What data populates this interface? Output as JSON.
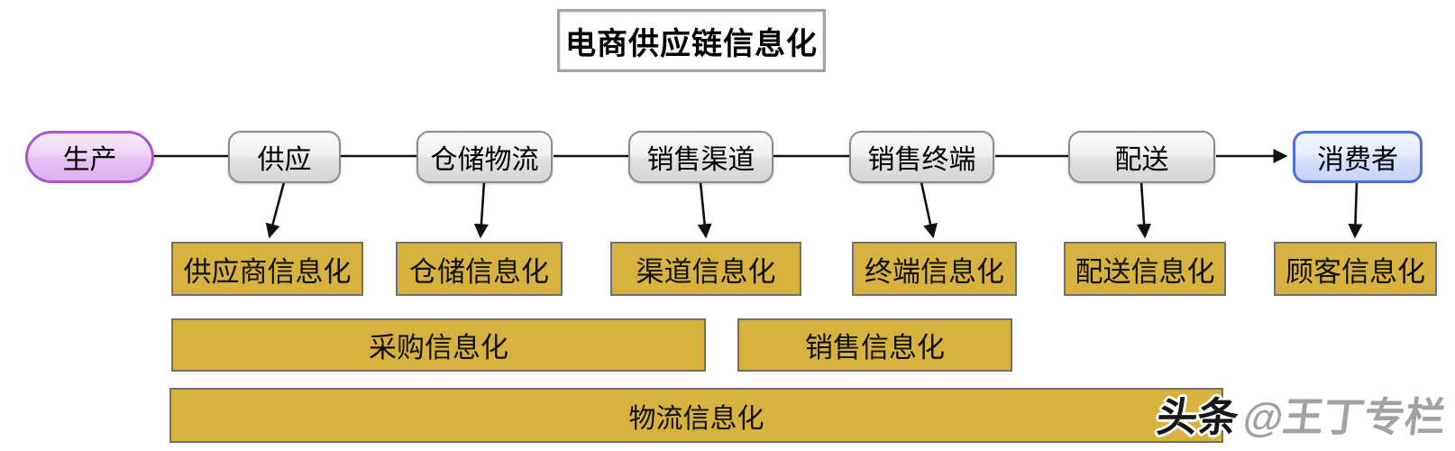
{
  "title": "电商供应链信息化",
  "flow": {
    "nodes": [
      {
        "label": "生产",
        "kind": "start"
      },
      {
        "label": "供应",
        "kind": "process"
      },
      {
        "label": "仓储物流",
        "kind": "process"
      },
      {
        "label": "销售渠道",
        "kind": "process"
      },
      {
        "label": "销售终端",
        "kind": "process"
      },
      {
        "label": "配送",
        "kind": "process"
      },
      {
        "label": "消费者",
        "kind": "end"
      }
    ]
  },
  "info_row": {
    "boxes": [
      {
        "label": "供应商信息化"
      },
      {
        "label": "仓储信息化"
      },
      {
        "label": "渠道信息化"
      },
      {
        "label": "终端信息化"
      },
      {
        "label": "配送信息化"
      },
      {
        "label": "顾客信息化"
      }
    ]
  },
  "span_row": {
    "boxes": [
      {
        "label": "采购信息化"
      },
      {
        "label": "销售信息化"
      }
    ]
  },
  "bottom_row": {
    "label": "物流信息化"
  },
  "watermark": {
    "brand": "头条",
    "handle": "@王丁专栏"
  },
  "colors": {
    "gold_fill": "#d8b23e",
    "gold_border": "#6f6f6f",
    "start_border": "#ad55d0",
    "start_fill": "#ecd0f6",
    "end_border": "#4c6edf",
    "end_fill": "#dbe3fb",
    "process_border": "#8b8b8b",
    "process_fill": "#e8e8e8",
    "connector": "#111111",
    "title_border": "#a2a2a2"
  }
}
